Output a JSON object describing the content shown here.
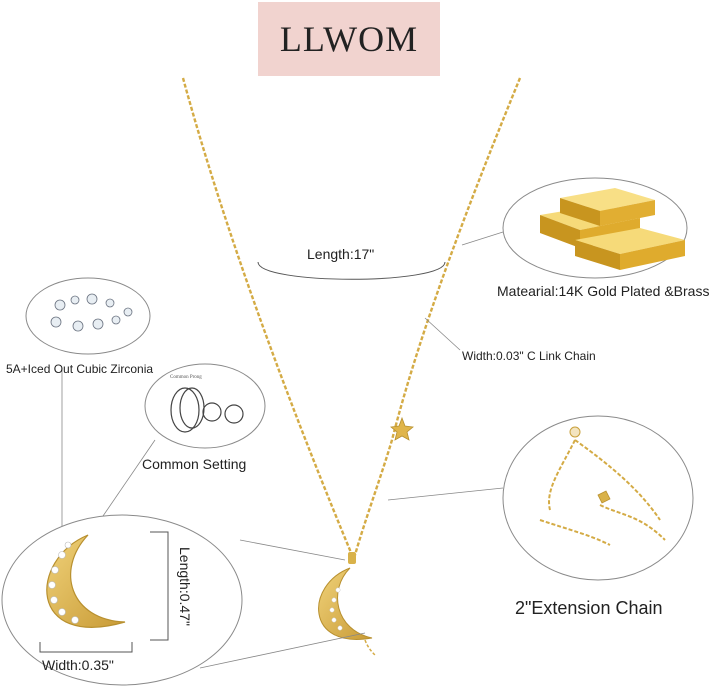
{
  "brand": {
    "name": "LLWOM"
  },
  "labels": {
    "length_chain": "Length:17\"",
    "material": "Matearial:14K Gold Plated &Brass",
    "width_chain": "Width:0.03\" C Link Chain",
    "zirconia": "5A+Iced Out Cubic Zirconia",
    "setting": "Common Setting",
    "extension": "2\"Extension Chain",
    "pendant_length": "Length:0.47\"",
    "pendant_width": "Width:0.35\""
  },
  "colors": {
    "gold": "#d9b24a",
    "gold_dark": "#b8902f",
    "gold_bar": "#e2b63a",
    "brand_bg": "#f1d3cf",
    "outline": "#8a8a8a"
  }
}
